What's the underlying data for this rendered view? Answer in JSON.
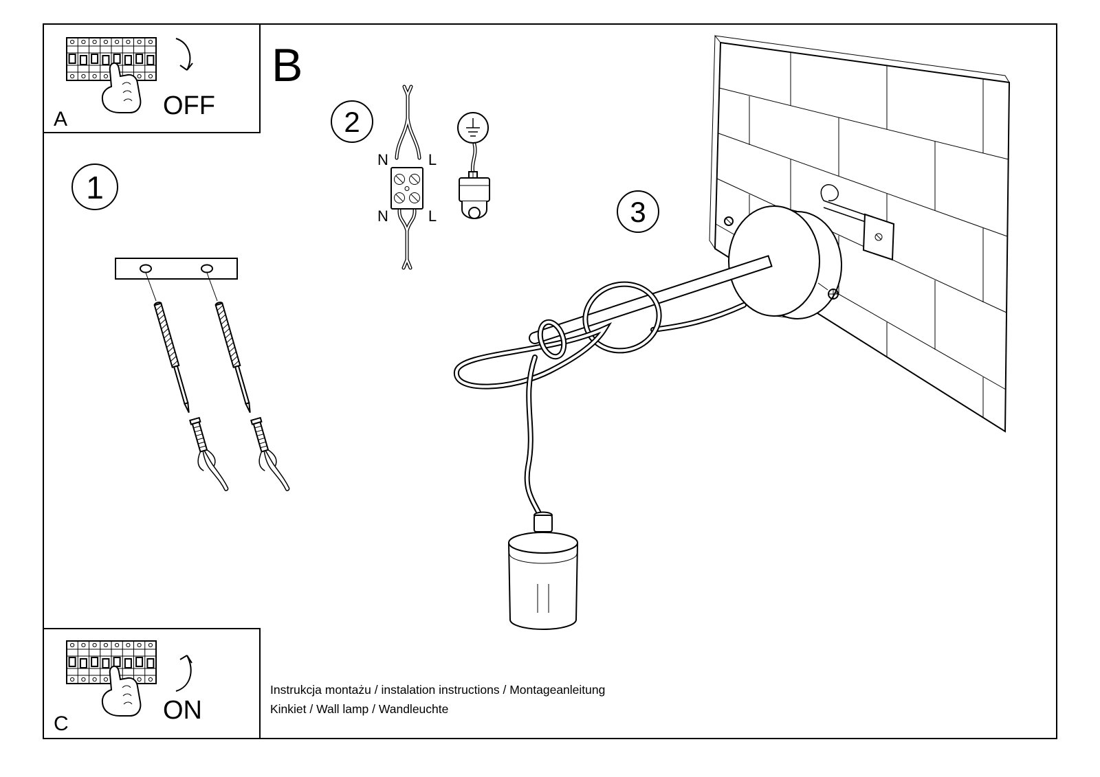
{
  "panel_a": {
    "label": "A",
    "state": "OFF"
  },
  "panel_b": {
    "label": "B"
  },
  "panel_c": {
    "label": "C",
    "state": "ON"
  },
  "step1": {
    "number": "1"
  },
  "step2": {
    "number": "2",
    "labels": {
      "n_top": "N",
      "l_top": "L",
      "n_bottom": "N",
      "l_bottom": "L"
    }
  },
  "step3": {
    "number": "3"
  },
  "footer": {
    "line1": "Instrukcja montażu / instalation instructions / Montageanleitung",
    "line2": "Kinkiet / Wall lamp / Wandleuchte"
  }
}
